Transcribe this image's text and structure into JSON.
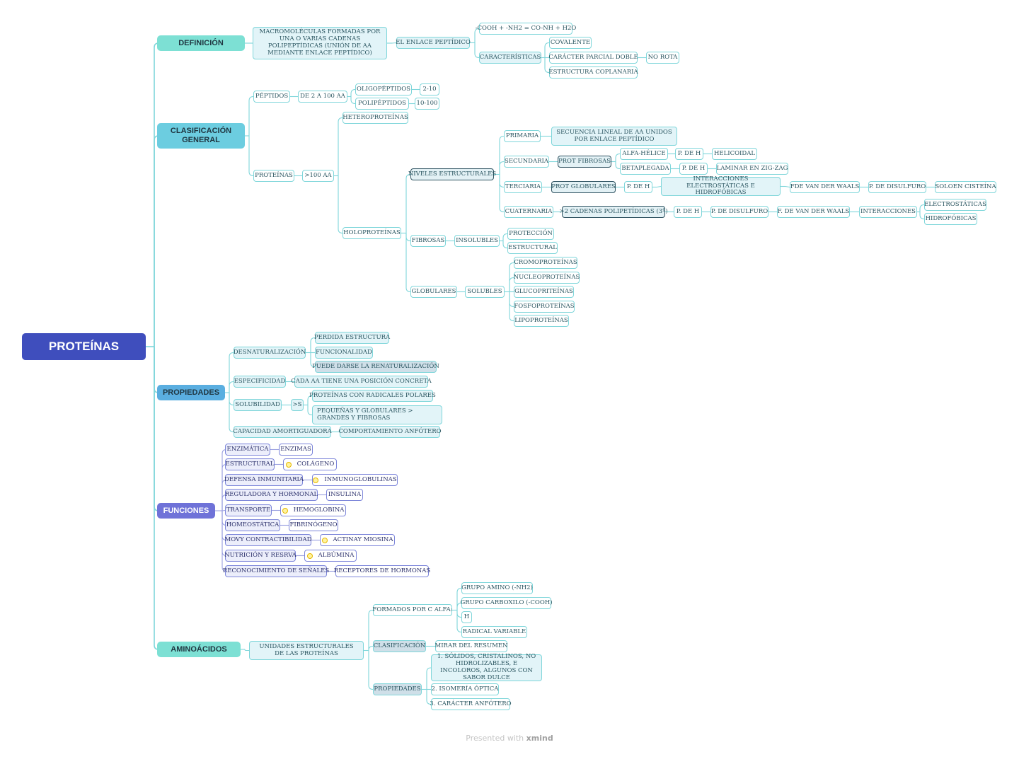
{
  "root": "PROTEÍNAS",
  "footer": {
    "prefix": "Presented with",
    "brand": "xmind"
  },
  "branches": {
    "definicion": "DEFINICIÓN",
    "clasificacion": "CLASIFICACIÓN GENERAL",
    "propiedades": "PROPIEDADES",
    "funciones": "FUNCIONES",
    "aminoacidos": "AMINOÁCIDOS"
  },
  "definicion": {
    "macro": "MACROMOLÉCULAS FORMADAS POR UNA O VARIAS CADENAS POLIPEPTÍDICAS (UNIÓN DE AA MEDIANTE ENLACE PEPTÍDICO)",
    "enlace": "EL ENLACE PEPTÍDICO",
    "reaccion": "-COOH + -NH2 = CO-NH + H2O",
    "caracteristicas": "CARACTERÍSTICAS",
    "covalente": "COVALENTE",
    "parcial": "CARÁCTER PARCIAL DOBLE",
    "no_rota": "NO ROTA",
    "coplanaria": "ESTRUCTURA COPLANARIA"
  },
  "clasificacion": {
    "peptidos": "PÉPTIDOS",
    "de2a100": "DE 2 A 100 AA",
    "oligo": "OLIGOPÉPTIDOS",
    "oligo_r": "2-10",
    "poli": "POLIPÉPTIDOS",
    "poli_r": "10-100",
    "proteinas": "PROTEÍNAS",
    "mas100": ">100 AA",
    "hetero": "HETEROPROTEÍNAS",
    "holo": "HOLOPROTEÍNAS",
    "niveles": "NIVELES ESTRUCTURALES",
    "primaria": "PRIMARIA",
    "sec_lineal": "SECUENCIA LINEAL DE AA UNIDOS POR ENLACE PEPTÍDICO",
    "secundaria": "SECUNDARIA",
    "prot_fibrosas": "PROT FIBROSAS",
    "alfa": "ALFA-HÉLICE",
    "pdeh1": "P. DE H",
    "helicoidal": "HELICOIDAL",
    "beta": "BETAPLEGADA",
    "pdeh2": "P. DE H",
    "laminar": "LAMINAR EN ZIG-ZAG",
    "terciaria": "TERCIARIA",
    "prot_globulares": "PROT GLOBULARES",
    "pdeh3": "P. DE H",
    "interacciones_e": "INTERACCIONES ELECTROSTÁTICAS E HIDROFÓBICAS",
    "fde_vdw": "FDE VAN DER WAALS",
    "pdisulfuro1": "P. DE DISULFURO",
    "soloen": "SOLOEN CISTEÍNA",
    "cuaternaria": "CUATERNARIA",
    "mas2cadenas": ">2 CADENAS POLIPETÍDICAS (3ª)",
    "pdeh4": "P. DE H",
    "pdisulfuro2": "P. DE DISULFURO",
    "f_vdw": "F. DE VAN DER WAALS",
    "interacciones": "INTERACCIONES",
    "electrostaticas": "ELECTROSTÁTICAS",
    "hidrofobicas": "HIDROFÓBICAS",
    "fibrosas": "FIBROSAS",
    "insolubles": "INSOLUBLES",
    "proteccion": "PROTECCIÓN",
    "estructural": "ESTRUCTURAL",
    "globulares": "GLOBULARES",
    "solubles": "SOLUBLES",
    "cromo": "CROMOPROTEÍNAS",
    "nucleo": "NUCLEOPROTEÍNAS",
    "gluco": "GLUCOPRITEÍNAS",
    "fosfo": "FOSFOPROTEÍNAS",
    "lipo": "LIPOPROTEÍNAS"
  },
  "propiedades": {
    "desnat": "DESNATURALIZACIÓN",
    "perdida": "PERDIDA ESTRUCTURA",
    "funcionalidad": "FUNCIONALIDAD",
    "renat": "PUEDE DARSE LA RENATURALIZACIÓN",
    "especificidad": "ESPECIFICIDAD",
    "cada_aa": "CADA AA TIENE UNA POSICIÓN CONCRETA",
    "solubilidad": "SOLUBILIDAD",
    "mas_s": ">S",
    "radicales": "PROTEÍNAS CON RADICALES POLARES",
    "pequenas": "PEQUEÑAS Y GLOBULARES > GRANDES Y FIBROSAS",
    "capacidad": "CAPACIDAD AMORTIGUADORA",
    "anfotero": "COMPORTAMIENTO ANFÓTERO"
  },
  "funciones": {
    "enzimatica": "ENZIMÁTICA",
    "enzimas": "ENZIMAS",
    "estructural": "ESTRUCTURAL",
    "colageno": "COLÁGENO",
    "defensa": "DEFENSA INMUNITARIA",
    "inmuno": "INMUNOGLOBULINAS",
    "reguladora": "REGULADORA Y HORMONAL",
    "insulina": "INSULINA",
    "transporte": "TRANSPORTE",
    "hemoglobina": "HEMOGLOBINA",
    "homeostatica": "HOMEOSTÁTICA",
    "fibrinogeno": "FIBRINÓGENO",
    "movy": "MOVY CONTRACTIBILIDAD",
    "actina": "ACTINAY MIOSINA",
    "nutricion": "NUTRICIÓN Y RESRVA",
    "albumina": "ALBÚMINA",
    "reconoc": "RECONOCIMIENTO DE SEÑALES",
    "receptores": "RECEPTORES DE HORMONAS"
  },
  "aminoacidos": {
    "unidades": "UNIDADES ESTRUCTURALES DE LAS PROTEÍNAS",
    "formados": "FORMADOS POR C ALFA:",
    "amino": "GRUPO AMINO (-NH2)",
    "carboxilo": "GRUPO CARBOXILO (-COOH)",
    "h": "H",
    "radical": "RADICAL VARIABLE",
    "clasif": "CLASIFICACIÓN",
    "mirar": "MIRAR DEL RESUMEN",
    "propiedades": "PROPIEDADES",
    "p1": "1. SÓLIDOS, CRISTALINOS, NO HIDROLIZABLES, E INCOLOROS, ALGUNOS CON SABOR DULCE",
    "p2": "2. ISOMERÍA ÓPTICA",
    "p3": "3. CARÁCTER ANFÓTERO"
  },
  "colors": {
    "link": "#7fd6da",
    "link_purple": "#9aa0e0",
    "root": "#3f4ebd"
  }
}
